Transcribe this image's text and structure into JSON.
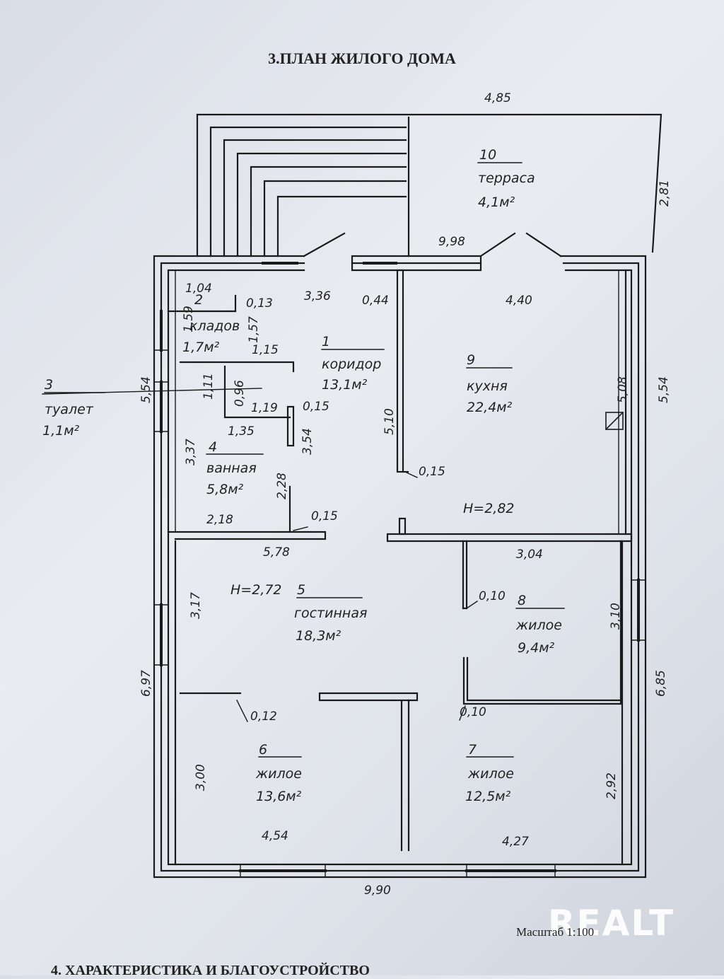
{
  "title": "3.ПЛАН ЖИЛОГО ДОМА",
  "scale": "Масштаб 1:100",
  "footer": "4. ХАРАКТЕРИСТИКА И БЛАГОУСТРОЙСТВО",
  "watermark": "REALT",
  "rooms": [
    {
      "id": "corridor",
      "num": "1",
      "name": "коридор",
      "area": "13,1м²"
    },
    {
      "id": "storage",
      "num": "2",
      "name": "кладов",
      "area": "1,7м²"
    },
    {
      "id": "toilet",
      "num": "3",
      "name": "туалет",
      "area": "1,1м²"
    },
    {
      "id": "bathroom",
      "num": "4",
      "name": "ванная",
      "area": "5,8м²"
    },
    {
      "id": "living-room",
      "num": "5",
      "name": "гостинная",
      "area": "18,3м²"
    },
    {
      "id": "bedroom-6",
      "num": "6",
      "name": "жилое",
      "area": "13,6м²"
    },
    {
      "id": "bedroom-7",
      "num": "7",
      "name": "жилое",
      "area": "12,5м²"
    },
    {
      "id": "bedroom-8",
      "num": "8",
      "name": "жилое",
      "area": "9,4м²"
    },
    {
      "id": "kitchen",
      "num": "9",
      "name": "кухня",
      "area": "22,4м²"
    },
    {
      "id": "terrace",
      "num": "10",
      "name": "терраса",
      "area": "4,1м²"
    }
  ],
  "heights": {
    "kitchen": "H=2,82",
    "living": "H=2,72"
  },
  "dims": {
    "d_4_85": "4,85",
    "d_2_81": "2,81",
    "d_9_98": "9,98",
    "d_3_36": "3,36",
    "d_0_44": "0,44",
    "d_4_40": "4,40",
    "d_1_04": "1,04",
    "d_0_13": "0,13",
    "d_1_57": "1,57",
    "d_1_59": "1,59",
    "d_1_15": "1,15",
    "d_5_54_l": "5,54",
    "d_1_11": "1,11",
    "d_0_96": "0,96",
    "d_1_19": "1,19",
    "d_0_15_a": "0,15",
    "d_1_35": "1,35",
    "d_3_54": "3,54",
    "d_5_10": "5,10",
    "d_0_15_b": "0,15",
    "d_5_08": "5,08",
    "d_5_54_r": "5,54",
    "d_3_37": "3,37",
    "d_2_28": "2,28",
    "d_2_18": "2,18",
    "d_0_15_c": "0,15",
    "d_5_78": "5,78",
    "d_3_04": "3,04",
    "d_3_17": "3,17",
    "d_0_10_a": "0,10",
    "d_3_10": "3,10",
    "d_6_97": "6,97",
    "d_6_85": "6,85",
    "d_0_12": "0,12",
    "d_0_10_b": "0,10",
    "d_3_00": "3,00",
    "d_2_92": "2,92",
    "d_4_54": "4,54",
    "d_4_27": "4,27",
    "d_9_90": "9,90"
  }
}
